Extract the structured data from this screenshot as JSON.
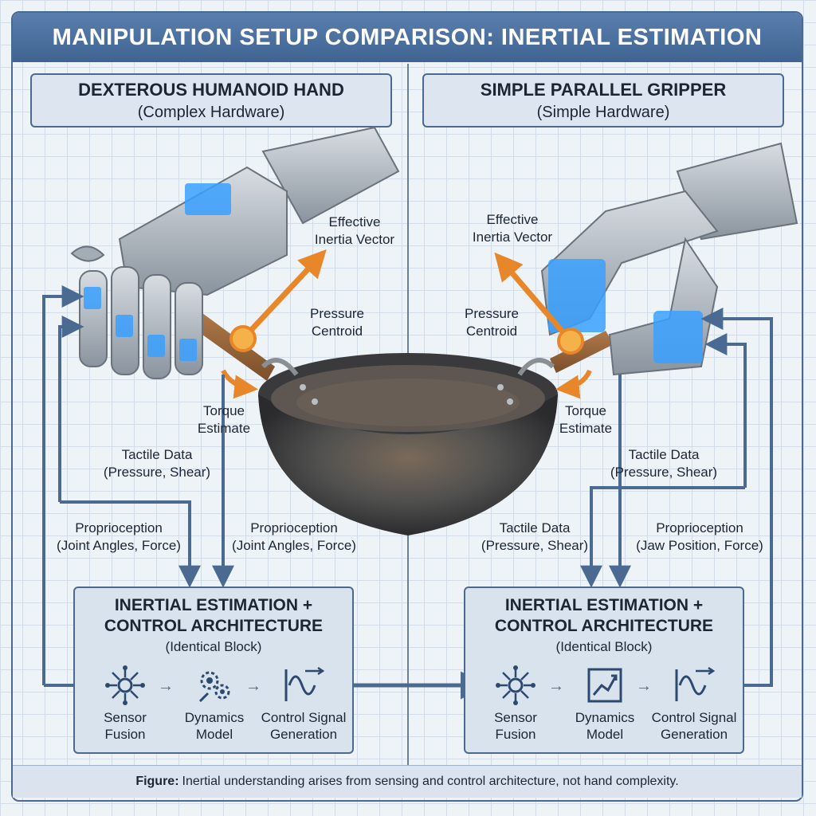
{
  "title": "MANIPULATION SETUP COMPARISON: INERTIAL ESTIMATION",
  "left": {
    "header": "DEXTEROUS HUMANOID HAND",
    "subheader": "(Complex Hardware)",
    "inertia_label": [
      "Effective",
      "Inertia Vector"
    ],
    "pressure_label": [
      "Pressure",
      "Centroid"
    ],
    "torque_label": [
      "Torque",
      "Estimate"
    ],
    "tactile_label": [
      "Tactile Data",
      "(Pressure, Shear)"
    ],
    "proprio_outer": [
      "Proprioception",
      "(Joint Angles, Force)"
    ],
    "proprio_inner": [
      "Proprioception",
      "(Joint Angles, Force)"
    ],
    "arch_title_1": "INERTIAL ESTIMATION +",
    "arch_title_2": "CONTROL ARCHITECTURE",
    "arch_sub": "(Identical Block)",
    "stages": [
      {
        "l1": "Sensor",
        "l2": "Fusion"
      },
      {
        "l1": "Dynamics",
        "l2": "Model"
      },
      {
        "l1": "Control Signal",
        "l2": "Generation"
      }
    ]
  },
  "right": {
    "header": "SIMPLE PARALLEL GRIPPER",
    "subheader": "(Simple Hardware)",
    "inertia_label": [
      "Effective",
      "Inertia Vector"
    ],
    "pressure_label": [
      "Pressure",
      "Centroid"
    ],
    "torque_label": [
      "Torque",
      "Estimate"
    ],
    "tactile_outer": [
      "Tactile Data",
      "(Pressure, Shear)"
    ],
    "tactile_inner": [
      "Tactile Data",
      "(Pressure, Shear)"
    ],
    "proprio_label": [
      "Proprioception",
      "(Jaw Position, Force)"
    ],
    "arch_title_1": "INERTIAL ESTIMATION +",
    "arch_title_2": "CONTROL ARCHITECTURE",
    "arch_sub": "(Identical Block)",
    "stages": [
      {
        "l1": "Sensor",
        "l2": "Fusion"
      },
      {
        "l1": "Dynamics",
        "l2": "Model"
      },
      {
        "l1": "Control Signal",
        "l2": "Generation"
      }
    ]
  },
  "footer": {
    "prefix": "Figure:",
    "text": "Inertial understanding arises from sensing and control architecture, not hand complexity."
  },
  "colors": {
    "accent": "#4a6a92",
    "arrow_orange": "#e8872a",
    "sensor_glow": "#3aa0ff",
    "metal": "#9aa4ae",
    "pan": "#4b4b4f"
  },
  "icons": [
    "sensor-fusion-icon",
    "dynamics-gears-icon",
    "dynamics-chart-icon",
    "control-signal-icon"
  ]
}
